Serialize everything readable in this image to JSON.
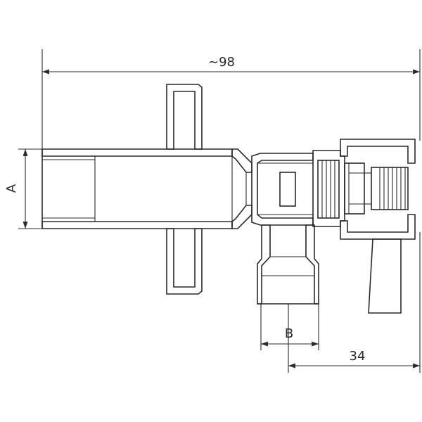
{
  "dimensions": {
    "overall_length": "~98",
    "inlet_diameter": "A",
    "outlet_diameter": "B",
    "handle_offset": "34"
  }
}
